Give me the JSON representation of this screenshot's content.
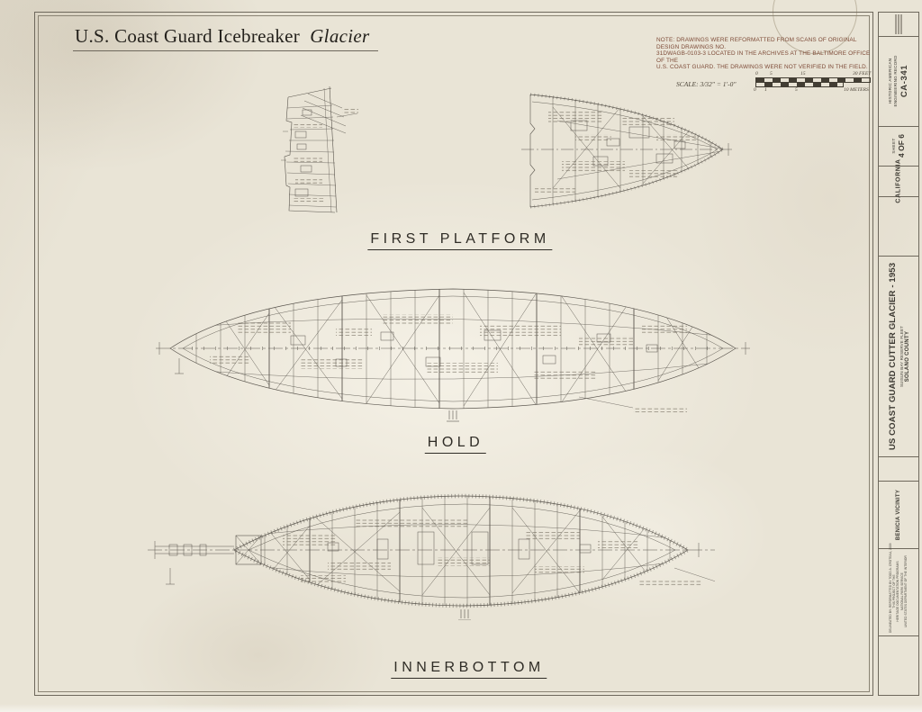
{
  "sheet": {
    "title_regular": "U.S. Coast Guard Icebreaker",
    "title_italic": "Glacier",
    "note_lines": [
      "NOTE:  DRAWINGS WERE REFORMATTED FROM SCANS OF ORIGINAL DESIGN DRAWINGS NO.",
      "31DWAGB-0103-3   LOCATED IN THE ARCHIVES AT THE BALTIMORE OFFICE OF THE",
      "U.S. COAST GUARD.   THE DRAWINGS WERE NOT VERIFIED IN THE FIELD."
    ],
    "scale_label": "SCALE: 3/32\" = 1'-0\"",
    "scale_feet": [
      "0",
      "5",
      "15",
      "30 FEET"
    ],
    "scale_meters": [
      "0",
      "1",
      "5",
      "10 METERS"
    ],
    "plan_labels": [
      "FIRST PLATFORM",
      "HOLD",
      "INNERBOTTOM"
    ]
  },
  "title_block": {
    "record_line1": "HISTORIC AMERICAN",
    "record_line2": "ENGINEERING RECORD",
    "survey_number": "CA-341",
    "sheet_word": "SHEET",
    "sheet_number": "4 OF 6",
    "state": "CALIFORNIA",
    "vessel_title": "US COAST GUARD CUTTER GLACIER - 1953",
    "location_line1": "SUISUN BAY RESERVE FLEET",
    "location_line2": "SOLANO COUNTY",
    "vicinity": "BENICIA VICINITY",
    "credit": "DELINEATED BY: REFORMATTED BY TODD A. CROTEAU, 2009",
    "program_line1": "THIS PROJECT OF THE",
    "program_line2": "HERITAGE DOCUMENTATION PROGRAMS",
    "program_line3": "NATIONAL PARK SERVICE",
    "program_line4": "UNITED STATES DEPARTMENT OF THE INTERIOR"
  }
}
